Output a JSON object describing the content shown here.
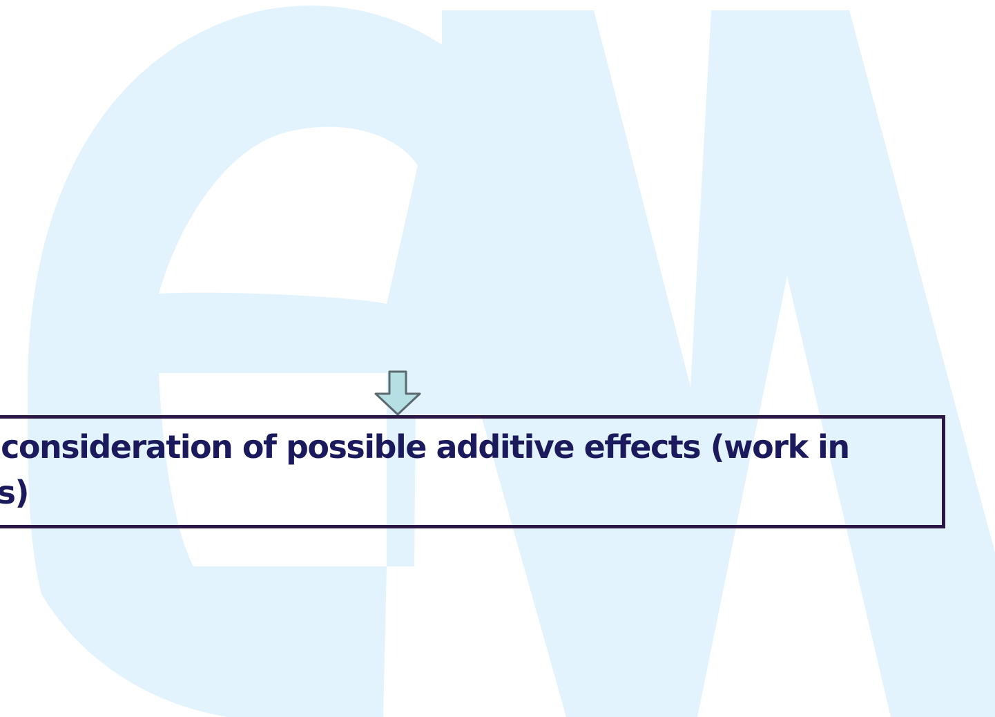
{
  "step": {
    "line1": "e: consideration of possible additive effects  (work in",
    "line2": "ess)"
  },
  "colors": {
    "watermark": "#e2f3fd",
    "box_border": "#2b1846",
    "text": "#1b1a5c",
    "arrow_fill": "#b5dfe3",
    "arrow_stroke": "#5a6a6e"
  },
  "icons": {
    "flow_arrow": "arrow-down-icon",
    "watermark": "ema-logo-watermark"
  }
}
